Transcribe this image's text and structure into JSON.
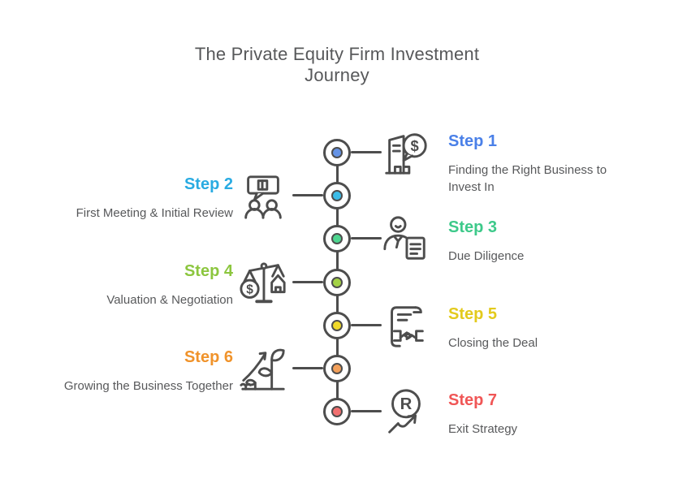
{
  "title": "The Private Equity Firm Investment Journey",
  "colors": {
    "line_stroke": "#4d4d4d",
    "title_text": "#57585a",
    "description_text": "#58595b"
  },
  "steps": [
    {
      "label": "Step 1",
      "description": "Finding the Right Business to Invest In",
      "side": "right",
      "label_color": "#4a80e8",
      "dot_color": "#6593e6",
      "icon": "building-dollar-icon"
    },
    {
      "label": "Step 2",
      "description": "First Meeting & Initial Review",
      "side": "left",
      "label_color": "#29abe2",
      "dot_color": "#3bbce8",
      "icon": "meeting-people-icon"
    },
    {
      "label": "Step 3",
      "description": "Due Diligence",
      "side": "right",
      "label_color": "#3dc98a",
      "dot_color": "#4ed690",
      "icon": "person-document-icon"
    },
    {
      "label": "Step 4",
      "description": "Valuation & Negotiation",
      "side": "left",
      "label_color": "#8cc63f",
      "dot_color": "#a3d245",
      "icon": "scale-house-dollar-icon"
    },
    {
      "label": "Step 5",
      "description": "Closing the Deal",
      "side": "right",
      "label_color": "#e3ca1c",
      "dot_color": "#f0d929",
      "icon": "contract-handshake-icon"
    },
    {
      "label": "Step 6",
      "description": "Growing the Business Together",
      "side": "left",
      "label_color": "#f0932b",
      "dot_color": "#f3a05a",
      "icon": "growth-plant-icon"
    },
    {
      "label": "Step 7",
      "description": "Exit Strategy",
      "side": "right",
      "label_color": "#f05656",
      "dot_color": "#f27070",
      "icon": "roi-arrow-icon"
    }
  ]
}
